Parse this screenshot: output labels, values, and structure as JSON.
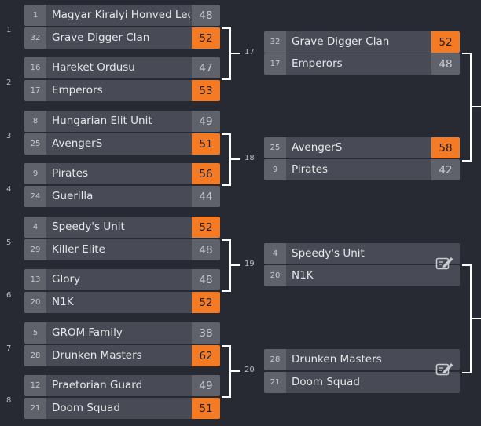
{
  "row_labels": [
    "1",
    "2",
    "3",
    "4",
    "5",
    "6",
    "7",
    "8"
  ],
  "match_numbers": [
    "17",
    "18",
    "19",
    "20"
  ],
  "round1": [
    {
      "teams": [
        {
          "seed": "1",
          "name": "Magyar Kiralyi Honved Legio",
          "score": "48",
          "win": false
        },
        {
          "seed": "32",
          "name": "Grave Digger Clan",
          "score": "52",
          "win": true
        }
      ]
    },
    {
      "teams": [
        {
          "seed": "16",
          "name": "Hareket Ordusu",
          "score": "47",
          "win": false
        },
        {
          "seed": "17",
          "name": "Emperors",
          "score": "53",
          "win": true
        }
      ]
    },
    {
      "teams": [
        {
          "seed": "8",
          "name": "Hungarian Elit Unit",
          "score": "49",
          "win": false
        },
        {
          "seed": "25",
          "name": "AvengerS",
          "score": "51",
          "win": true
        }
      ]
    },
    {
      "teams": [
        {
          "seed": "9",
          "name": "Pirates",
          "score": "56",
          "win": true
        },
        {
          "seed": "24",
          "name": "Guerilla",
          "score": "44",
          "win": false
        }
      ]
    },
    {
      "teams": [
        {
          "seed": "4",
          "name": "Speedy's Unit",
          "score": "52",
          "win": true
        },
        {
          "seed": "29",
          "name": "Killer Elite",
          "score": "48",
          "win": false
        }
      ]
    },
    {
      "teams": [
        {
          "seed": "13",
          "name": "Glory",
          "score": "48",
          "win": false
        },
        {
          "seed": "20",
          "name": "N1K",
          "score": "52",
          "win": true
        }
      ]
    },
    {
      "teams": [
        {
          "seed": "5",
          "name": "GROM Family",
          "score": "38",
          "win": false
        },
        {
          "seed": "28",
          "name": "Drunken Masters",
          "score": "62",
          "win": true
        }
      ]
    },
    {
      "teams": [
        {
          "seed": "12",
          "name": "Praetorian Guard",
          "score": "49",
          "win": false
        },
        {
          "seed": "21",
          "name": "Doom Squad",
          "score": "51",
          "win": true
        }
      ]
    }
  ],
  "round2": [
    {
      "teams": [
        {
          "seed": "32",
          "name": "Grave Digger Clan",
          "score": "52",
          "win": true
        },
        {
          "seed": "17",
          "name": "Emperors",
          "score": "48",
          "win": false
        }
      ]
    },
    {
      "teams": [
        {
          "seed": "25",
          "name": "AvengerS",
          "score": "58",
          "win": true
        },
        {
          "seed": "9",
          "name": "Pirates",
          "score": "42",
          "win": false
        }
      ]
    },
    {
      "teams": [
        {
          "seed": "4",
          "name": "Speedy's Unit",
          "score": ""
        },
        {
          "seed": "20",
          "name": "N1K",
          "score": ""
        }
      ],
      "pending": true
    },
    {
      "teams": [
        {
          "seed": "28",
          "name": "Drunken Masters",
          "score": ""
        },
        {
          "seed": "21",
          "name": "Doom Squad",
          "score": ""
        }
      ],
      "pending": true
    }
  ],
  "colors": {
    "background": "#272a33",
    "team_row": "#484b55",
    "seed_box": "#5f626b",
    "winner": "#f57a24",
    "connector": "#ffffff"
  },
  "icons": {
    "pending_match": "edit-report-icon"
  }
}
